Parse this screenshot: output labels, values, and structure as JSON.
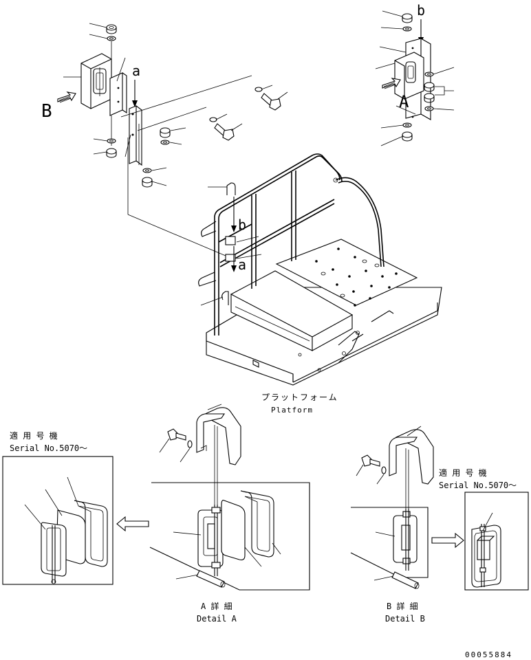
{
  "labels": {
    "platform_jp": "プラットフォーム",
    "platform_en": "Platform",
    "serial_jp_left": "適 用 号 機",
    "serial_left": "Serial No.5070～",
    "serial_jp_right": "適 用 号 機",
    "serial_right": "Serial No.5070～",
    "detail_a_jp": "A  詳  細",
    "detail_a_en": "Detail A",
    "detail_b_jp": "B  詳  細",
    "detail_b_en": "Detail B",
    "ref_a_top": "a",
    "ref_b_top": "b",
    "ref_b_platform": "b",
    "ref_a_platform": "a",
    "view_a": "A",
    "view_b": "B",
    "drawing_number": "00055884"
  }
}
